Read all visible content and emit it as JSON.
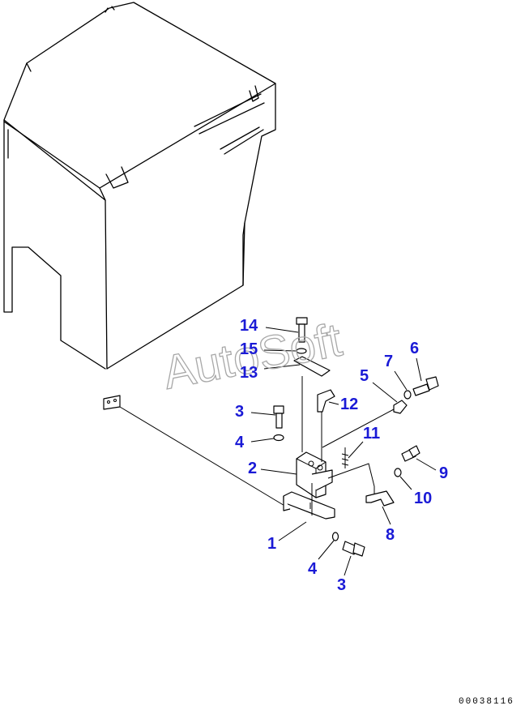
{
  "watermark": "AutoSoft",
  "drawing_code": "00038116",
  "callouts": [
    {
      "id": "c14",
      "label": "14"
    },
    {
      "id": "c15",
      "label": "15"
    },
    {
      "id": "c13",
      "label": "13"
    },
    {
      "id": "c7",
      "label": "7"
    },
    {
      "id": "c6",
      "label": "6"
    },
    {
      "id": "c5",
      "label": "5"
    },
    {
      "id": "c12",
      "label": "12"
    },
    {
      "id": "c3a",
      "label": "3"
    },
    {
      "id": "c4a",
      "label": "4"
    },
    {
      "id": "c11",
      "label": "11"
    },
    {
      "id": "c2",
      "label": "2"
    },
    {
      "id": "c9",
      "label": "9"
    },
    {
      "id": "c10",
      "label": "10"
    },
    {
      "id": "c1",
      "label": "1"
    },
    {
      "id": "c8",
      "label": "8"
    },
    {
      "id": "c4b",
      "label": "4"
    },
    {
      "id": "c3b",
      "label": "3"
    }
  ],
  "colors": {
    "callout": "#1a1ad6",
    "watermark": "#a8a8a8",
    "line": "#000000"
  }
}
